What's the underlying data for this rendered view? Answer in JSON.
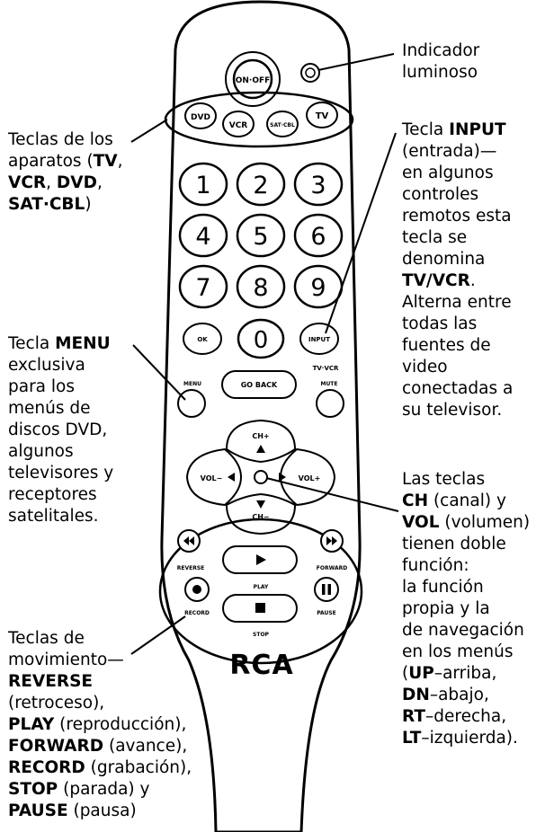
{
  "remote": {
    "brand": "RCA",
    "on_off": "ON·OFF",
    "device_keys": [
      "DVD",
      "VCR",
      "SAT·CBL",
      "TV"
    ],
    "numbers": [
      "1",
      "2",
      "3",
      "4",
      "5",
      "6",
      "7",
      "8",
      "9",
      "0"
    ],
    "ok": "OK",
    "input": "INPUT",
    "tv_vcr": "TV·VCR",
    "menu": "MENU",
    "go_back": "GO BACK",
    "mute": "MUTE",
    "ch_plus": "CH+",
    "ch_minus": "CH−",
    "vol_minus": "VOL−",
    "vol_plus": "VOL+",
    "reverse": "REVERSE",
    "forward": "FORWARD",
    "play": "PLAY",
    "record": "RECORD",
    "pause": "PAUSE",
    "stop": "STOP"
  },
  "callouts": {
    "indicator": [
      "Indicador",
      "luminoso"
    ],
    "devices": {
      "l1": "Teclas de los",
      "l2_pre": "aparatos (",
      "l2_b": "TV",
      "l2_post": ",",
      "l3_b1": "VCR",
      "l3_mid": ", ",
      "l3_b2": "DVD",
      "l3_post": ",",
      "l4_b": "SAT·CBL",
      "l4_post": ")"
    },
    "input": {
      "l1_pre": "Tecla ",
      "l1_b": "INPUT",
      "lines_a": [
        "(entrada)—",
        "en algunos",
        "controles",
        "remotos esta",
        "tecla se",
        "denomina"
      ],
      "l8_b": "TV/VCR",
      "l8_post": ".",
      "lines_b": [
        "Alterna entre",
        "todas las",
        "fuentes de",
        "video",
        "conectadas a",
        "su televisor."
      ]
    },
    "menu": {
      "l1_pre": "Tecla ",
      "l1_b": "MENU",
      "lines": [
        "exclusiva",
        "para los",
        "menús de",
        "discos DVD,",
        "algunos",
        "televisores y",
        "receptores",
        "satelitales."
      ]
    },
    "chvol": {
      "l1": "Las teclas",
      "l2_b": "CH",
      "l2_post": " (canal) y",
      "l3_b": "VOL",
      "l3_post": " (volumen)",
      "lines_a": [
        "tienen doble",
        "función:",
        "la función",
        "propia y la",
        "de navegación",
        "en los menús"
      ],
      "l10_pre": "(",
      "l10_b": "UP",
      "l10_post": "–arriba,",
      "l11_b": "DN",
      "l11_post": "–abajo,",
      "l12_b": "RT",
      "l12_post": "–derecha,",
      "l13_b": "LT",
      "l13_post": "–izquierda)."
    },
    "motion": {
      "l1": "Teclas de",
      "l2": "movimiento—",
      "l3_b": "REVERSE",
      "l4": "(retroceso),",
      "l5_b": "PLAY",
      "l5_post": " (reproducción),",
      "l6_b": "FORWARD",
      "l6_post": " (avance),",
      "l7_b": "RECORD",
      "l7_post": " (grabación),",
      "l8_b": "STOP",
      "l8_post": " (parada) y",
      "l9_b": "PAUSE",
      "l9_post": " (pausa)"
    }
  }
}
